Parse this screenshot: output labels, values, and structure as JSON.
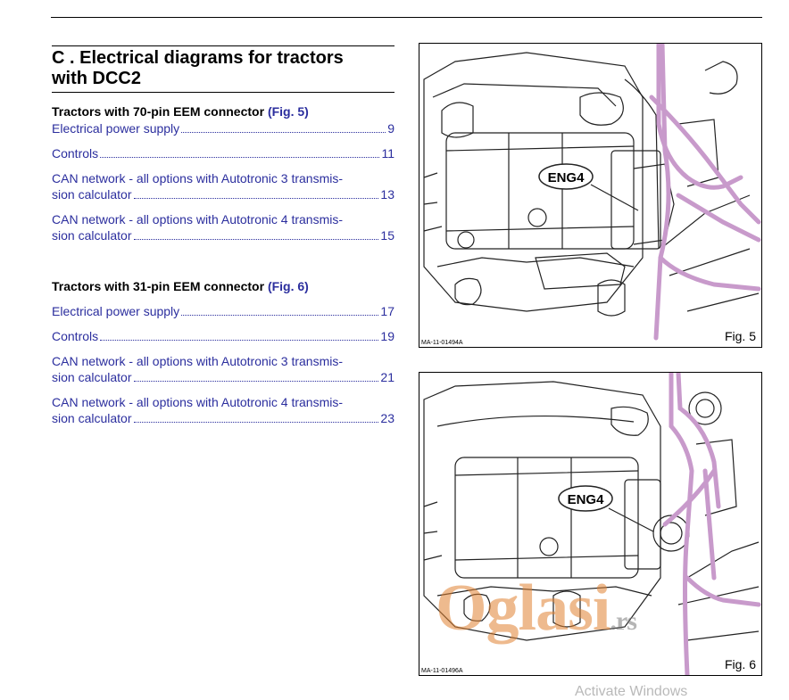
{
  "title": {
    "line1": "C . Electrical diagrams for  tractors",
    "line2": "with DCC2"
  },
  "section1": {
    "heading": "Tractors with 70-pin EEM connector",
    "figref": "(Fig. 5)",
    "entries": [
      {
        "line1": "Electrical power supply",
        "line2": "",
        "page": "9"
      },
      {
        "line1": "Controls",
        "line2": "",
        "page": "11"
      },
      {
        "line1": "CAN network - all options with Autotronic 3 transmis-",
        "line2": "sion calculator",
        "page": "13"
      },
      {
        "line1": "CAN network - all options with Autotronic 4 transmis-",
        "line2": "sion calculator",
        "page": "15"
      }
    ]
  },
  "section2": {
    "heading": "Tractors with 31-pin EEM connector",
    "figref": "(Fig. 6)",
    "entries": [
      {
        "line1": "Electrical power supply",
        "line2": "",
        "page": "17"
      },
      {
        "line1": "Controls",
        "line2": "",
        "page": "19"
      },
      {
        "line1": "CAN network - all options with Autotronic 3 transmis-",
        "line2": "sion calculator",
        "page": "21"
      },
      {
        "line1": "CAN network - all options with Autotronic 4 transmis-",
        "line2": "sion calculator",
        "page": "23"
      }
    ]
  },
  "figures": {
    "fig5": {
      "label": "Fig. 5",
      "callout": "ENG4",
      "code": "MA-11-01494A"
    },
    "fig6": {
      "label": "Fig. 6",
      "callout": "ENG4",
      "code": "MA-11-01496A"
    }
  },
  "watermark": {
    "text": "Oglasi",
    "suffix": ".rs"
  },
  "os_notice": "Activate Windows",
  "colors": {
    "link": "#2b2e9e",
    "harness": "#c89acb",
    "watermark": "#e08232"
  }
}
